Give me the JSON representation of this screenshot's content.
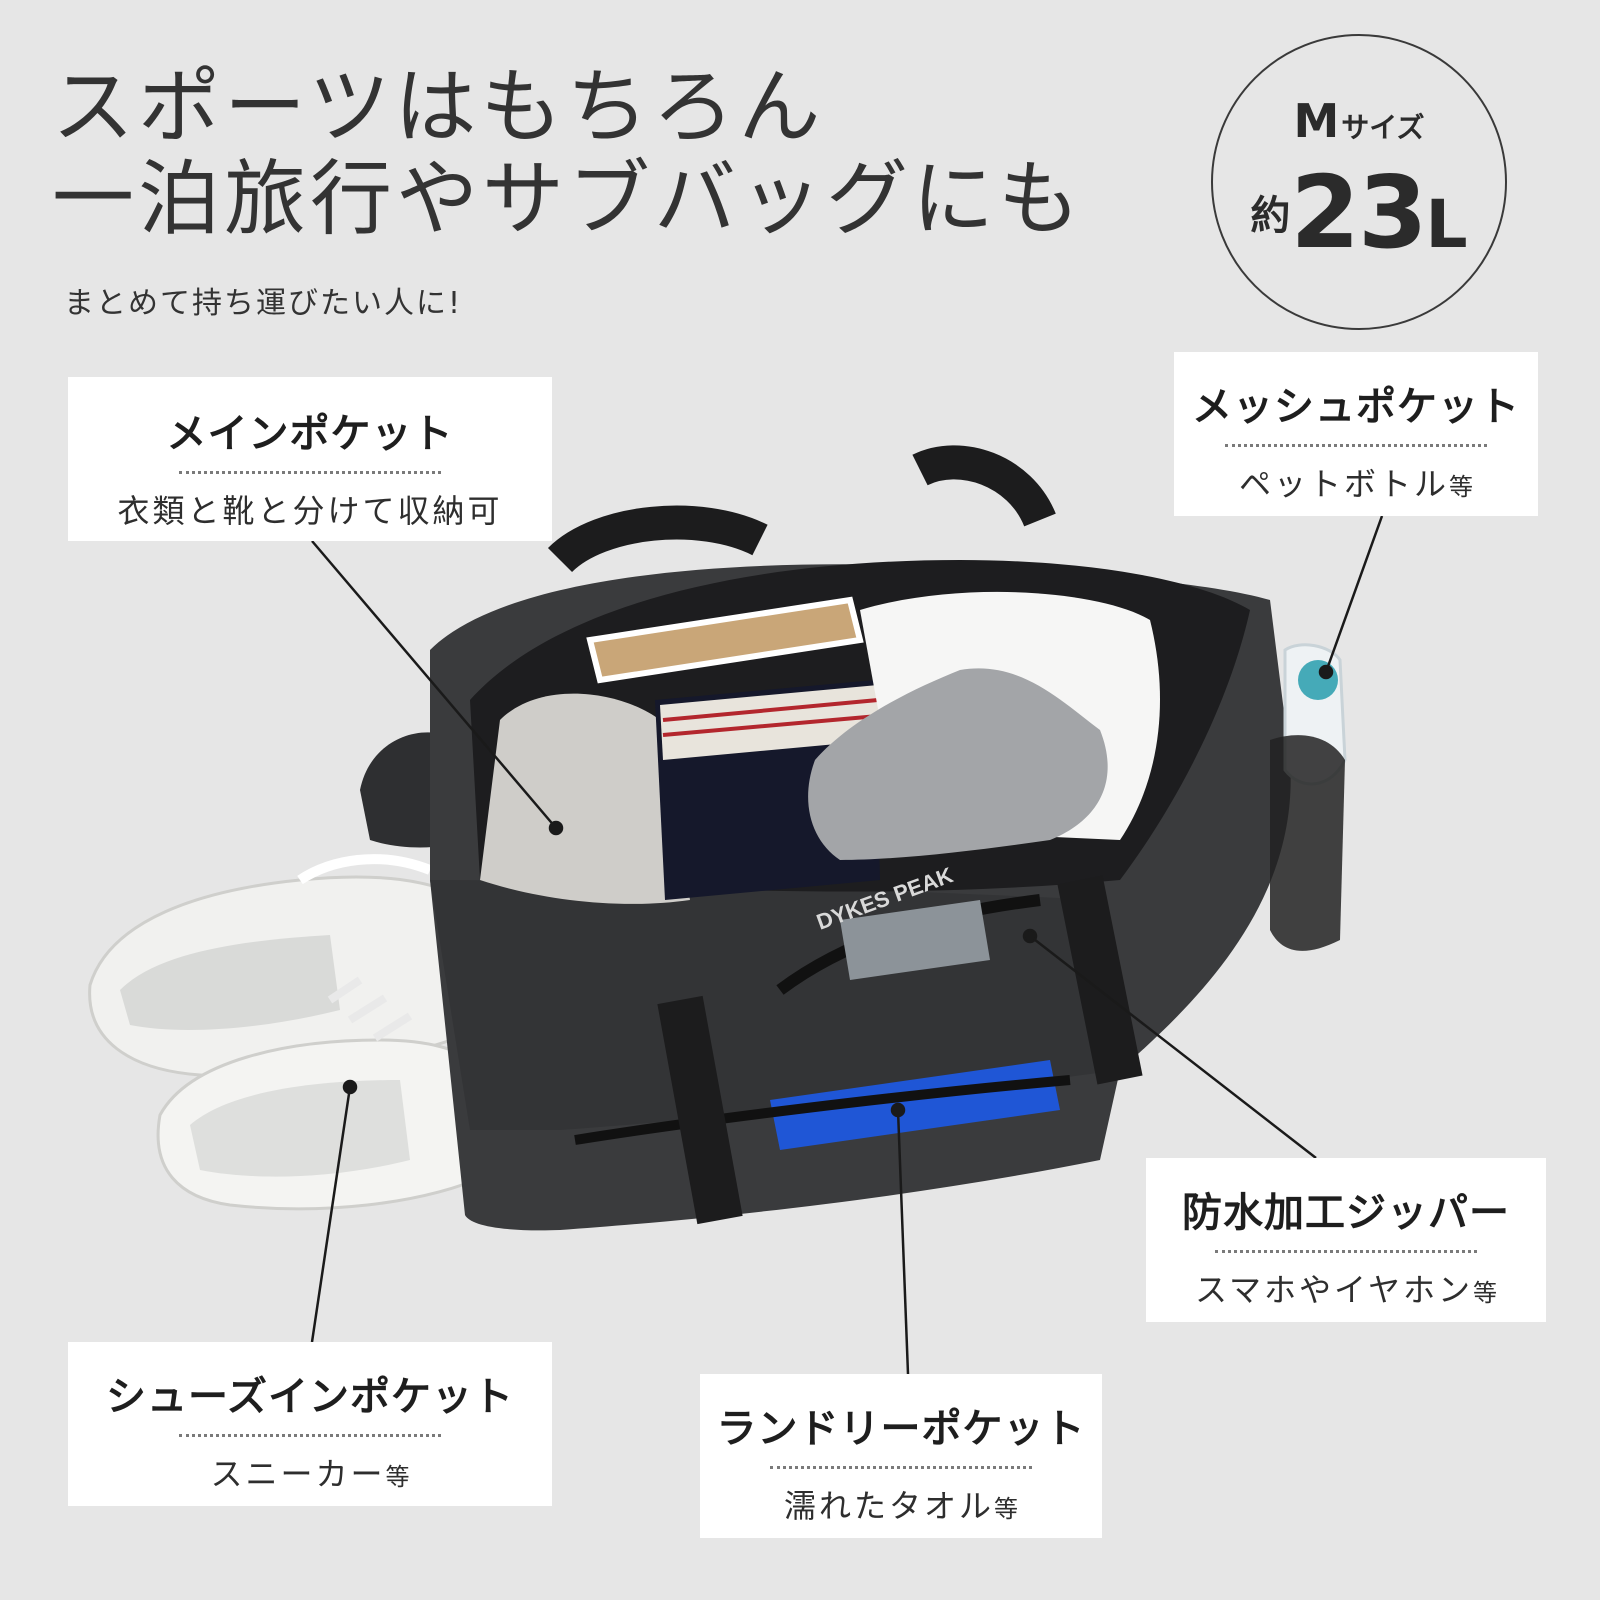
{
  "headline": {
    "line1": "スポーツはもちろん",
    "line2": "一泊旅行やサブバッグにも"
  },
  "subline": "まとめて持ち運びたい人に!",
  "badge": {
    "size_letter": "M",
    "size_suffix": "サイズ",
    "approx": "約",
    "capacity": "23",
    "unit": "L"
  },
  "callouts": {
    "main_pocket": {
      "title": "メインポケット",
      "desc": "衣類と靴と分けて収納可"
    },
    "mesh_pocket": {
      "title": "メッシュポケット",
      "desc": "ペットボトル",
      "desc_suffix": "等"
    },
    "zipper": {
      "title": "防水加工ジッパー",
      "desc": "スマホやイヤホン",
      "desc_suffix": "等"
    },
    "shoes_pocket": {
      "title": "シューズインポケット",
      "desc": "スニーカー",
      "desc_suffix": "等"
    },
    "laundry_pocket": {
      "title": "ランドリーポケット",
      "desc": "濡れたタオル",
      "desc_suffix": "等"
    }
  },
  "product": {
    "brand_logo": "DYKES PEAK",
    "colors": {
      "bag": "#3a3b3d",
      "strap": "#1c1c1d",
      "sneaker": "#f2f2f0",
      "towel": "#1f56d6",
      "background": "#e6e6e6"
    }
  }
}
